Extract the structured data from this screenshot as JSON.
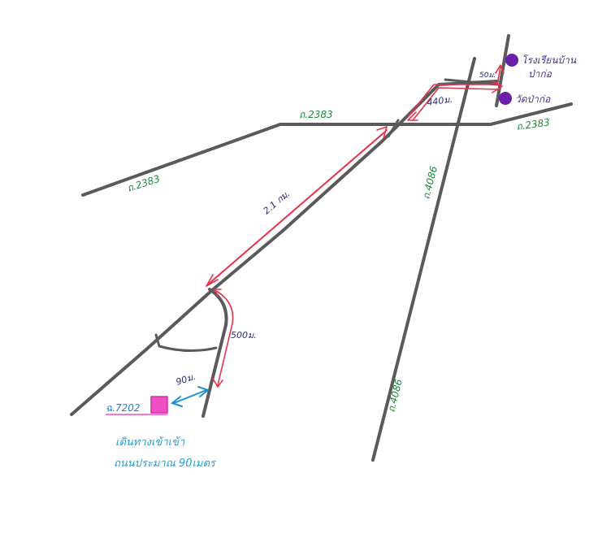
{
  "roads": {
    "road_2383_left": "ถ.2383",
    "road_2383_top": "ถ.2383",
    "road_2383_right": "ถ.2383",
    "road_4086_upper": "ถ.4086",
    "road_4086_lower": "ถ.4086"
  },
  "distances": {
    "d_2_1km": "2.1 กม.",
    "d_440m": "440ม.",
    "d_50m": "50ม.",
    "d_500m": "500ม.",
    "d_90m": "90ม."
  },
  "places": {
    "school_line1": "โรงเรียนบ้าน",
    "school_line2": "ป่าก่อ",
    "temple": "วัดป่าก่อ"
  },
  "plot": {
    "label": "ฉ.7202"
  },
  "note": {
    "line1": "เดินทางเข้าเข้า",
    "line2": "ถนนประมาณ 90เมตร"
  },
  "colors": {
    "road": "#5a5a5a",
    "route": "#e8324a",
    "road_label": "#1f8a3a",
    "place_marker": "#6a1fa8",
    "plot_marker": "#f04fc4",
    "note_text": "#1aa2d8"
  }
}
